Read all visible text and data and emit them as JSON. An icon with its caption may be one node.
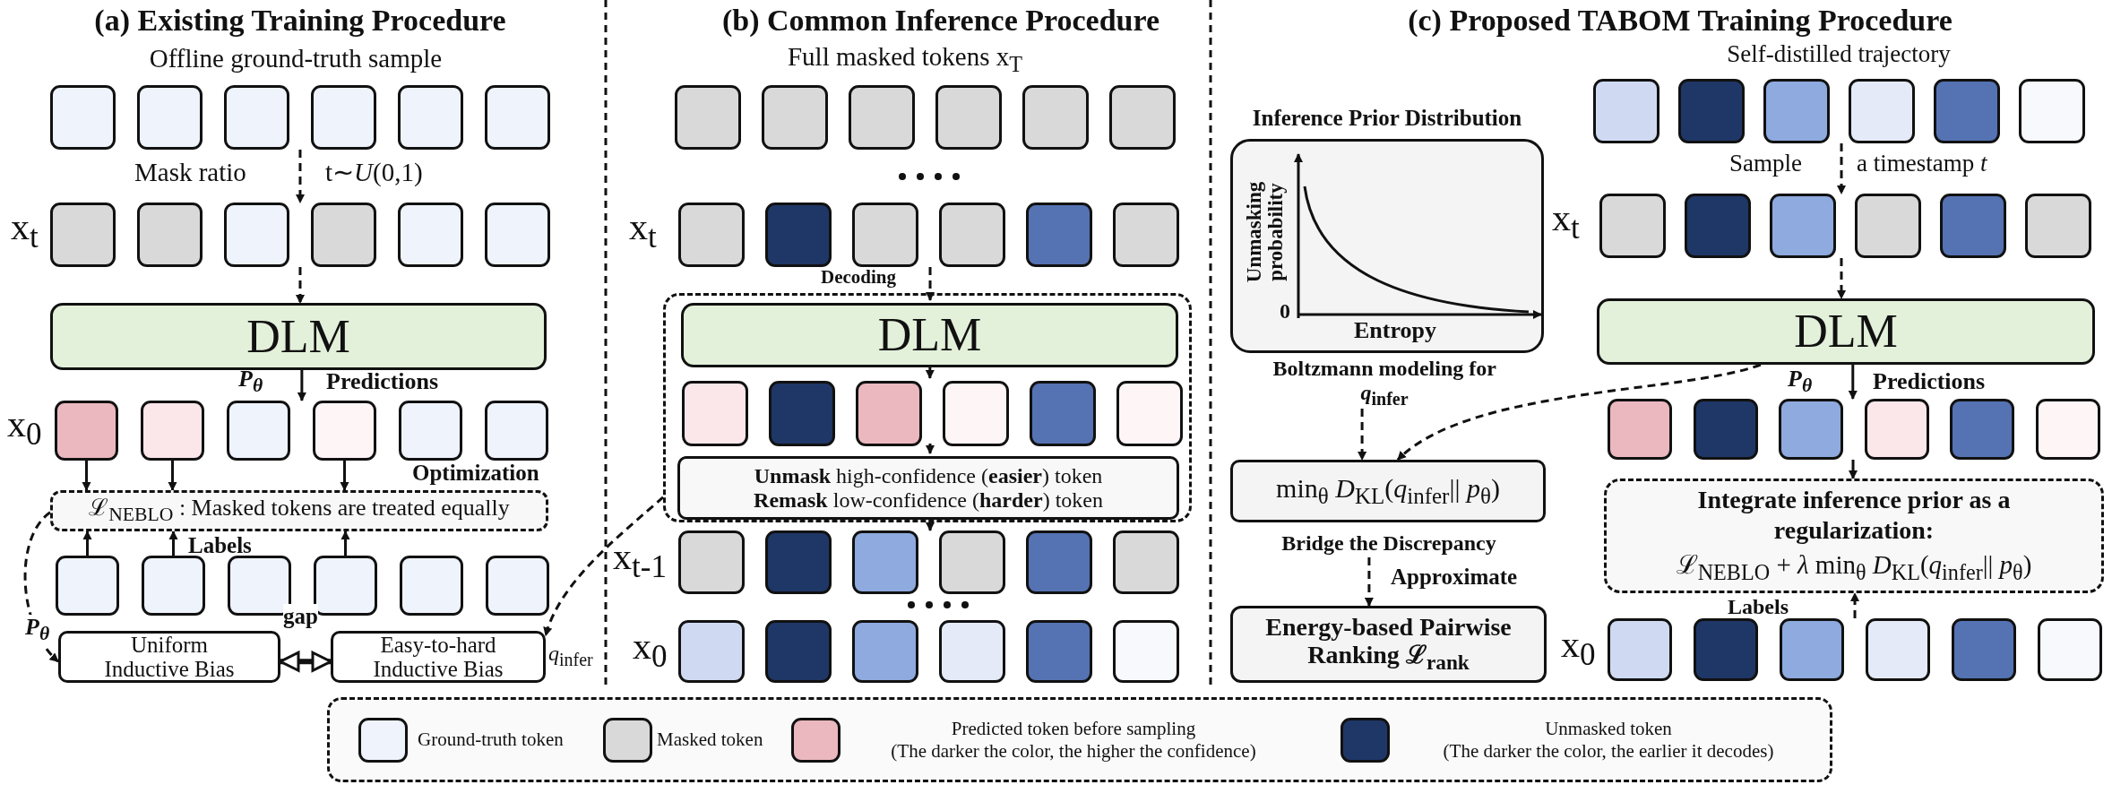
{
  "diagram": {
    "nodes": [
      {
        "text": [],
        "shape": "box"
      },
      {
        "text": [],
        "shape": "box"
      },
      {
        "text": [],
        "shape": "box"
      },
      {
        "text": [],
        "shape": "box"
      },
      {
        "text": [],
        "shape": "box"
      },
      {
        "text": [],
        "shape": "box"
      },
      {
        "text": [],
        "shape": "box"
      },
      {
        "text": [],
        "shape": "box"
      },
      {
        "text": [],
        "shape": "box"
      },
      {
        "text": [],
        "shape": "box"
      },
      {
        "text": [],
        "shape": "box"
      },
      {
        "text": [],
        "shape": "box"
      },
      {
        "text": [
          "DLM"
        ]
      },
      {
        "text": [],
        "shape": "box"
      },
      {
        "text": [],
        "shape": "box"
      },
      {
        "text": [],
        "shape": "box"
      },
      {
        "text": [],
        "shape": "box"
      },
      {
        "text": [],
        "shape": "box"
      },
      {
        "text": [],
        "shape": "box"
      },
      {
        "text": [
          "ℒ$_{NEBLO}$ : Masked tokens are treated equally"
        ]
      },
      {
        "text": [],
        "shape": "box"
      },
      {
        "text": [],
        "shape": "box"
      },
      {
        "text": [],
        "shape": "box"
      },
      {
        "text": [],
        "shape": "box"
      },
      {
        "text": [],
        "shape": "box"
      },
      {
        "text": [],
        "shape": "box"
      },
      {
        "text": [
          "Uniform Inductive Bias"
        ]
      },
      {
        "text": [
          "Easy-to-hard Inductive Bias"
        ]
      },
      {
        "text": [],
        "shape": "box"
      },
      {
        "text": [],
        "shape": "box"
      },
      {
        "text": [],
        "shape": "box"
      },
      {
        "text": [],
        "shape": "box"
      },
      {
        "text": [],
        "shape": "box"
      },
      {
        "text": [],
        "shape": "box"
      },
      {
        "text": [],
        "shape": "box"
      },
      {
        "text": [],
        "shape": "box"
      },
      {
        "text": [],
        "shape": "box"
      },
      {
        "text": [],
        "shape": "box"
      },
      {
        "text": [],
        "shape": "box"
      },
      {
        "text": [],
        "shape": "box"
      },
      {
        "text": [],
        "shape": "box"
      },
      {
        "text": [
          "DLM"
        ],
        "in": 40
      },
      {
        "text": [],
        "shape": "box",
        "in": 40
      },
      {
        "text": [],
        "shape": "box",
        "in": 40
      },
      {
        "text": [],
        "shape": "box",
        "in": 40
      },
      {
        "text": [],
        "shape": "box",
        "in": 40
      },
      {
        "text": [],
        "shape": "box",
        "in": 40
      },
      {
        "text": [],
        "shape": "box",
        "in": 40
      },
      {
        "text": [
          "**Unmask** high-confidence (**easier**) token **Remask** low-confidence (**harder**) token"
        ],
        "in": 40
      },
      {
        "text": [],
        "shape": "box"
      },
      {
        "text": [],
        "shape": "box"
      },
      {
        "text": [],
        "shape": "box"
      },
      {
        "text": [],
        "shape": "box"
      },
      {
        "text": [],
        "shape": "box"
      },
      {
        "text": [],
        "shape": "box"
      },
      {
        "text": [],
        "shape": "box"
      },
      {
        "text": [],
        "shape": "box"
      },
      {
        "text": [],
        "shape": "box"
      },
      {
        "text": [],
        "shape": "box"
      },
      {
        "text": [],
        "shape": "box"
      },
      {
        "text": [],
        "shape": "box"
      },
      {
        "text": [
          "Inference Prior Distribution",
          "Unmasking probability",
          "0",
          "Entropy"
        ]
      },
      {
        "text": [],
        "shape": "box"
      },
      {
        "text": [],
        "shape": "box"
      },
      {
        "text": [],
        "shape": "box"
      },
      {
        "text": [],
        "shape": "box"
      },
      {
        "text": [],
        "shape": "box"
      },
      {
        "text": [],
        "shape": "box"
      },
      {
        "text": [],
        "shape": "box"
      },
      {
        "text": [],
        "shape": "box"
      },
      {
        "text": [],
        "shape": "box"
      },
      {
        "text": [],
        "shape": "box"
      },
      {
        "text": [],
        "shape": "box"
      },
      {
        "text": [],
        "shape": "box"
      },
      {
        "text": [
          "DLM"
        ]
      },
      {
        "text": [],
        "shape": "box"
      },
      {
        "text": [],
        "shape": "box"
      },
      {
        "text": [],
        "shape": "box"
      },
      {
        "text": [],
        "shape": "box"
      },
      {
        "text": [],
        "shape": "box"
      },
      {
        "text": [],
        "shape": "box"
      },
      {
        "text": [
          "min$_{θ}$ *D*$_{KL}$(*q*$_{infer}$|| *p*$_{θ}$)"
        ]
      },
      {
        "text": [
          "Integrate inference prior as a regularization:",
          "ℒ$_{NEBLO}$ + *λ* min$_{θ}$ *D*$_{KL}$(*q*$_{infer}$|| *p*$_{θ}$)"
        ]
      },
      {
        "text": [],
        "shape": "box"
      },
      {
        "text": [],
        "shape": "box"
      },
      {
        "text": [],
        "shape": "box"
      },
      {
        "text": [],
        "shape": "box"
      },
      {
        "text": [],
        "shape": "box"
      },
      {
        "text": [],
        "shape": "box"
      },
      {
        "text": [
          "Energy-based Pairwise Ranking ℒ$_{rank}$"
        ]
      },
      {
        "text": [
          "Boltzmann modeling for *q*$_{infer}$"
        ]
      },
      {
        "text": [
          "Bridge the Discrepancy"
        ]
      }
    ],
    "edges": [
      {
        "from": 2,
        "to": 8,
        "arrow": "to",
        "style": "dashed"
      },
      {
        "from": 8,
        "to": 12,
        "arrow": "to",
        "style": "dashed"
      },
      {
        "from": 12,
        "to": 15,
        "arrow": "to"
      },
      {
        "from": 13,
        "to": 19,
        "arrow": "to"
      },
      {
        "from": 14,
        "to": 19,
        "arrow": "to"
      },
      {
        "from": 16,
        "to": 19,
        "arrow": "to"
      },
      {
        "from": 20,
        "to": 19,
        "arrow": "to"
      },
      {
        "from": 21,
        "to": 19,
        "arrow": "to"
      },
      {
        "from": 23,
        "to": 19,
        "arrow": "to"
      },
      {
        "from": 19,
        "to": 26,
        "arrow": "to",
        "style": "dashed",
        "label": "P$_{θ}$"
      },
      {
        "from": 26,
        "to": 27,
        "arrow": "both",
        "label": "gap"
      },
      {
        "from": 40,
        "to": 27,
        "arrow": "to",
        "style": "dashed",
        "label": "*q*$_{infer}$"
      },
      {
        "from": 36,
        "to": 41,
        "arrow": "to",
        "style": "dashed",
        "label": "Decoding"
      },
      {
        "from": 41,
        "to": 44,
        "arrow": "to"
      },
      {
        "from": 44,
        "to": 48,
        "arrow": "to"
      },
      {
        "from": 48,
        "to": 51,
        "arrow": "to"
      },
      {
        "from": 64,
        "to": 70,
        "arrow": "to",
        "style": "dashed"
      },
      {
        "from": 70,
        "to": 74,
        "arrow": "to",
        "style": "dashed"
      },
      {
        "from": 74,
        "to": 77,
        "arrow": "to"
      },
      {
        "from": 77,
        "to": 82,
        "arrow": "to"
      },
      {
        "from": 85,
        "to": 82,
        "arrow": "to",
        "style": "dashed"
      },
      {
        "from": 74,
        "to": 81,
        "arrow": "to",
        "style": "dashed"
      },
      {
        "from": 90,
        "to": 81,
        "arrow": "to",
        "style": "dashed"
      },
      {
        "from": 91,
        "to": 89,
        "arrow": "to",
        "style": "dashed",
        "label": "Approximate"
      }
    ],
    "labels": [
      "(a) Existing Training Procedure",
      "(b) Common Inference Procedure",
      "(c) Proposed TABOM Training Procedure",
      "Offline ground-truth sample",
      "Full masked tokens x$_{T}$",
      "Self-distilled trajectory",
      "Mask ratio",
      "t∼*U*(0,1)",
      "Sample",
      "a timestamp *t*",
      "x$_{t}$",
      "x$_{t}$",
      "x$_{t}$",
      "P$_{θ}$",
      "Predictions",
      "P$_{θ}$",
      "Predictions",
      "x$_{0}$",
      "Optimization",
      "Labels",
      "Labels",
      "x$_{t-1}$",
      "x$_{0}$",
      "x$_{0}$"
    ],
    "legend": [
      {
        "text": "Ground-truth token",
        "color": "#eef3fc"
      },
      {
        "text": "Masked token",
        "color": "#d9d9d9"
      },
      {
        "text": "Predicted token before sampling (The darker the color, the higher the confidence)",
        "color": "#ebb8bf"
      },
      {
        "text": "Unmasked token (The darker the color, the earlier it decodes)",
        "color": "#1f3767"
      }
    ]
  }
}
